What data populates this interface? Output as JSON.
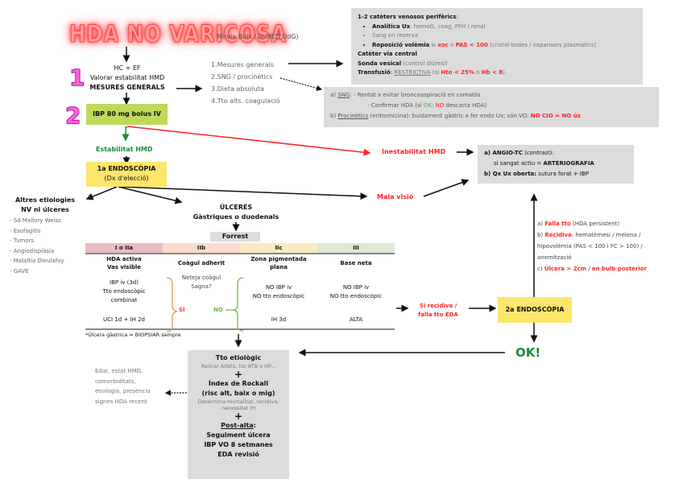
{
  "header": {
    "title": "HDA NO VARICOSA",
    "author": "Mireia Boix (3r MED UdG)"
  },
  "step1": {
    "number": "1",
    "line1": "HC + EF",
    "line2": "Valorar estabilitat HMD",
    "line3": "MESURES GENERALS"
  },
  "measures": {
    "items": [
      "1.Mesures generals",
      "2.SNG / procinètics",
      "3.Dieta absoluta",
      "4.Tto alts. coagulació"
    ]
  },
  "catheters_box": {
    "heading": "1-2 catèters venosos perifèrics",
    "heading_suffix": ":",
    "bullet1_bold": "Analítica Ux",
    "bullet1_rest": ": hemoG, coag, PFH i renal",
    "bullet2": "Sang en reserva",
    "bullet3_bold": "Reposició volèmia",
    "bullet3_si": " si ",
    "bullet3_xoc": "xoc",
    "bullet3_o": " o ",
    "bullet3_pas": "PAS < 100",
    "bullet3_rest": " (cristal·loides / expansors plasmàtics)",
    "line_central": "Catèter via central",
    "line_sonda_bold": "Sonda vesical",
    "line_sonda_rest": " (control diüresi)",
    "line_transf_bold": "Transfusió",
    "line_transf_colon": ": ",
    "line_transf_restrictiva": "RESTRICTIVA",
    "line_transf_si": " (si ",
    "line_transf_hto": "Hto < 25%",
    "line_transf_o": " o ",
    "line_transf_hb": "Hb < 8",
    "line_transf_close": ")"
  },
  "sng_box": {
    "a_prefix": "a) ",
    "a_label": "SNG",
    "a_line1": ":  -  Rentat x evitar broncoaspiració en comatós",
    "a_line2_pre": "- Confirmar HDA (si ",
    "a_line2_ok": "OK",
    "a_line2_colon": ": ",
    "a_line2_no": "NO",
    "a_line2_post": " descarta HDA)",
    "b_prefix": "b) ",
    "b_label": "Procinètics",
    "b_text": " (eritromicina): buidament gàstric x fer endo Ux; són VO: ",
    "b_red": "NO CIO = NO ús"
  },
  "step2": {
    "number": "2",
    "label": "IBP 80 mg bolus IV"
  },
  "stability": {
    "stable": "Estabilitat HMD",
    "unstable": "Inestabilitat HMD"
  },
  "angio_box": {
    "a_bold": "a) ANGIO-TC",
    "a_rest": " (contrast):",
    "a_line2_pre": "si sangat actiu = ",
    "a_line2_bold": "ARTERIOGRAFIA",
    "b_bold": "b) Qx Ux oberta:",
    "b_rest": " sutura forat + IBP"
  },
  "endoscopy1": {
    "title": "1a ENDOSCÒPIA",
    "subtitle": "(Dx d'elecció)"
  },
  "bad_vision": "Mala visió",
  "other_etiologies": {
    "title1": "Altres etiologies",
    "title2": "NV ni úlceres",
    "items": [
      "- Sd Mallory Weiss",
      "- Esofagitis",
      "- Tumors",
      "- Angiodisplàsia",
      "- Malaltia Dieulafoy",
      "- GAVE"
    ]
  },
  "ulcers": {
    "title1": "ÚLCERES",
    "title2": "Gàstriques o duodenals",
    "forrest": "Forrest"
  },
  "forrest_table": {
    "columns": [
      {
        "label": "I o IIa",
        "color": "#e8bcc0",
        "desc": [
          "HDA activa",
          "Vas visible"
        ]
      },
      {
        "label": "IIb",
        "color": "#fbdccc",
        "desc": [
          "Coàgul adherit"
        ]
      },
      {
        "label": "IIc",
        "color": "#fbebc4",
        "desc": [
          "Zona pigmentada",
          "plana"
        ]
      },
      {
        "label": "III",
        "color": "#dfe9d4",
        "desc": [
          "Base neta"
        ]
      }
    ],
    "col1_treatment": [
      "IBP iv (3d)",
      "Tto endoscòpic",
      "combinat"
    ],
    "col1_stay": "UCI 1d + IH 2d",
    "col2_question": [
      "Neteja coàgul",
      "Sagna?"
    ],
    "yes": "SÍ",
    "no": "NO",
    "col3_treatment": [
      "NO IBP iv",
      "NO tto endoscòpic"
    ],
    "col3_stay": "IH 3d",
    "col4_treatment": [
      "NO IBP iv",
      "NO tto endoscòpic"
    ],
    "col4_stay": "ALTA",
    "footnote": "*Úlcera gàstrica = BIOPSIAR sempre"
  },
  "recurrence": {
    "label1": "Si recidiva /",
    "label2": "falla tto EDA"
  },
  "endoscopy2": {
    "title": "2a ENDOSCÒPIA"
  },
  "failure_criteria": {
    "a_pre": "a) ",
    "a_red": "Falla tto",
    "a_rest": " (HDA persistent)",
    "b_pre": "b) ",
    "b_red": "Recidiva",
    "b_rest": ":  hematèmesi / melena /",
    "b_line2": "hipovolèmia (PAS < 100 i FC > 100) /",
    "b_line3": "anemització",
    "c_pre": "c) ",
    "c_red1": "Úlcera > 2cm",
    "c_mid": " / ",
    "c_red2": "en bulb posterior"
  },
  "ok_label": "OK!",
  "final_box": {
    "tto_title": "Tto etiològic",
    "tto_sub": "Retirar AINEs, tto ATB x HP...",
    "plus": "+",
    "rockall1": "Índex de Rockall",
    "rockall2": "(risc alt, baix o mig)",
    "rockall_sub1": "Determina mortalitat, recidiva,",
    "rockall_sub2": "necessitat IH",
    "post_title": "Post-alta",
    "post_colon": ":",
    "post1": "Seguiment úlcera",
    "post2": "IBP VO 8 setmanes",
    "post3": "EDA revisió"
  },
  "rockall_factors": [
    "Edat, estat HMD,",
    "comorbiditats,",
    "etiologia, presència",
    "signes HDA recent"
  ]
}
